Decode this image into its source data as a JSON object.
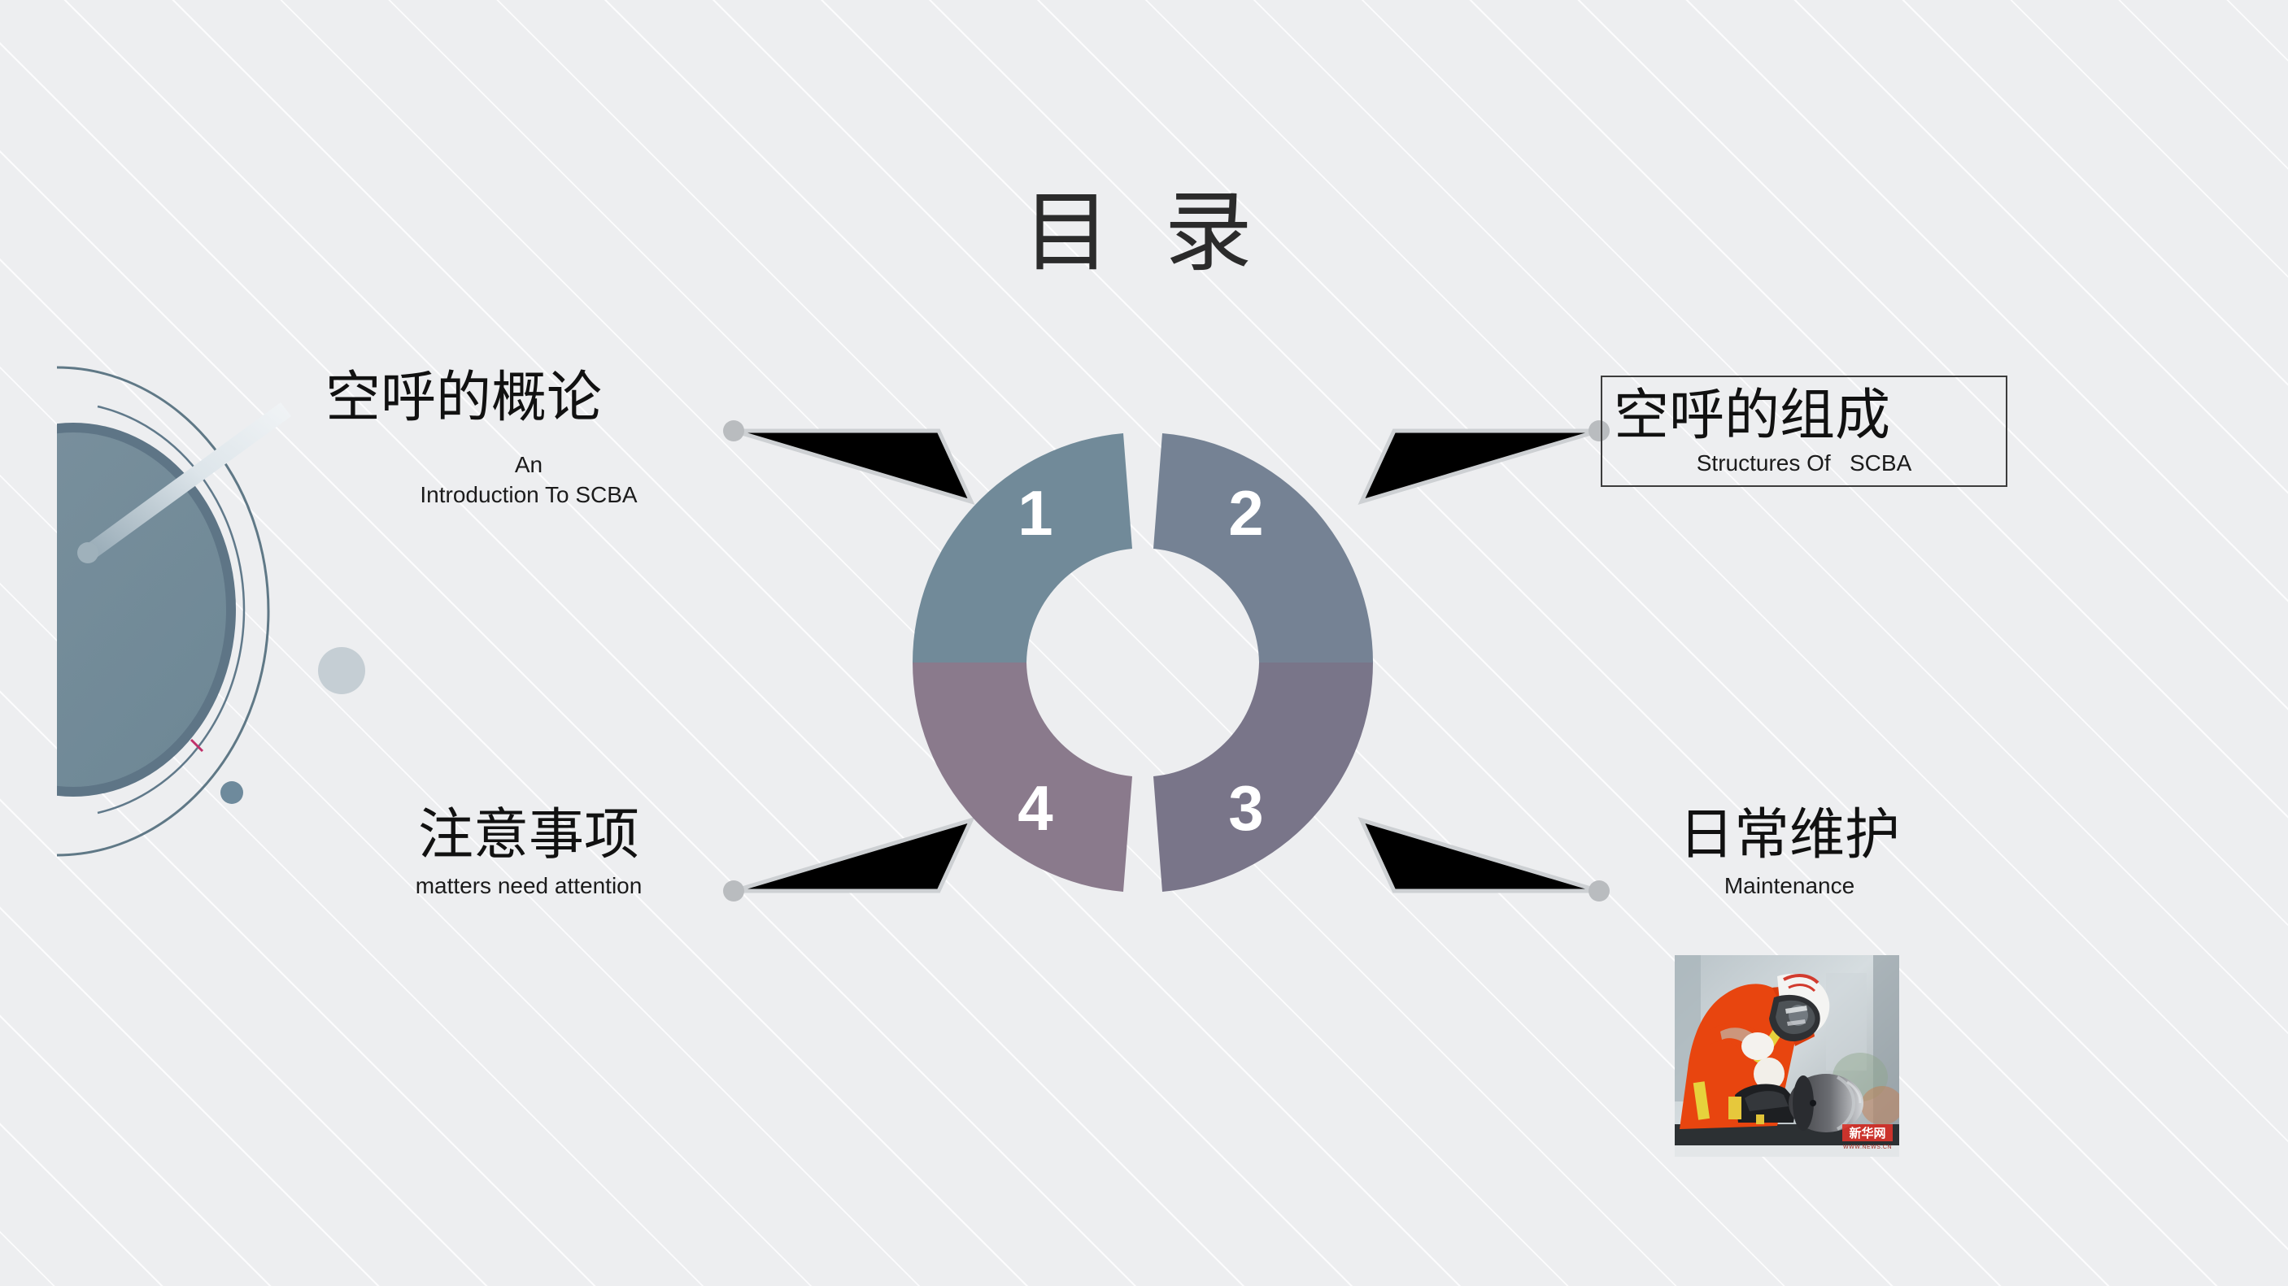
{
  "slide": {
    "title": "目 录",
    "background_color": "#edeef0",
    "title_color": "#2b2b2b"
  },
  "donut": {
    "segments": [
      {
        "number": "1",
        "color": "#718a99",
        "position": "top-left"
      },
      {
        "number": "2",
        "color": "#758294",
        "position": "top-right"
      },
      {
        "number": "3",
        "color": "#797589",
        "position": "bottom-right"
      },
      {
        "number": "4",
        "color": "#8a7a8c",
        "position": "bottom-left"
      }
    ]
  },
  "items": [
    {
      "number": "1",
      "title_cn": "空呼的概论",
      "title_en": "An\nIntroduction To SCBA",
      "side": "left-top",
      "boxed": false
    },
    {
      "number": "2",
      "title_cn": "空呼的组成",
      "title_en": "Structures Of   SCBA",
      "side": "right-top",
      "boxed": true
    },
    {
      "number": "3",
      "title_cn": "日常维护",
      "title_en": "Maintenance",
      "side": "right-bottom",
      "boxed": false
    },
    {
      "number": "4",
      "title_cn": "注意事项",
      "title_en": "matters need attention",
      "side": "left-bottom",
      "boxed": false
    }
  ],
  "decor": {
    "circle_color": "#718a99",
    "ring_color": "#5b7182",
    "dot_large_color": "#c5ced4",
    "dot_small_color": "#6e8a9c",
    "streak_color": "#dfe6ea"
  },
  "photo": {
    "alt": "firefighter assembling SCBA breathing apparatus",
    "watermark": "新华网",
    "watermark_sub": "WWW.NEWS.CN",
    "suit_color": "#e8450f",
    "helmet_color": "#f2f2f2",
    "tank_color": "#55565b"
  }
}
